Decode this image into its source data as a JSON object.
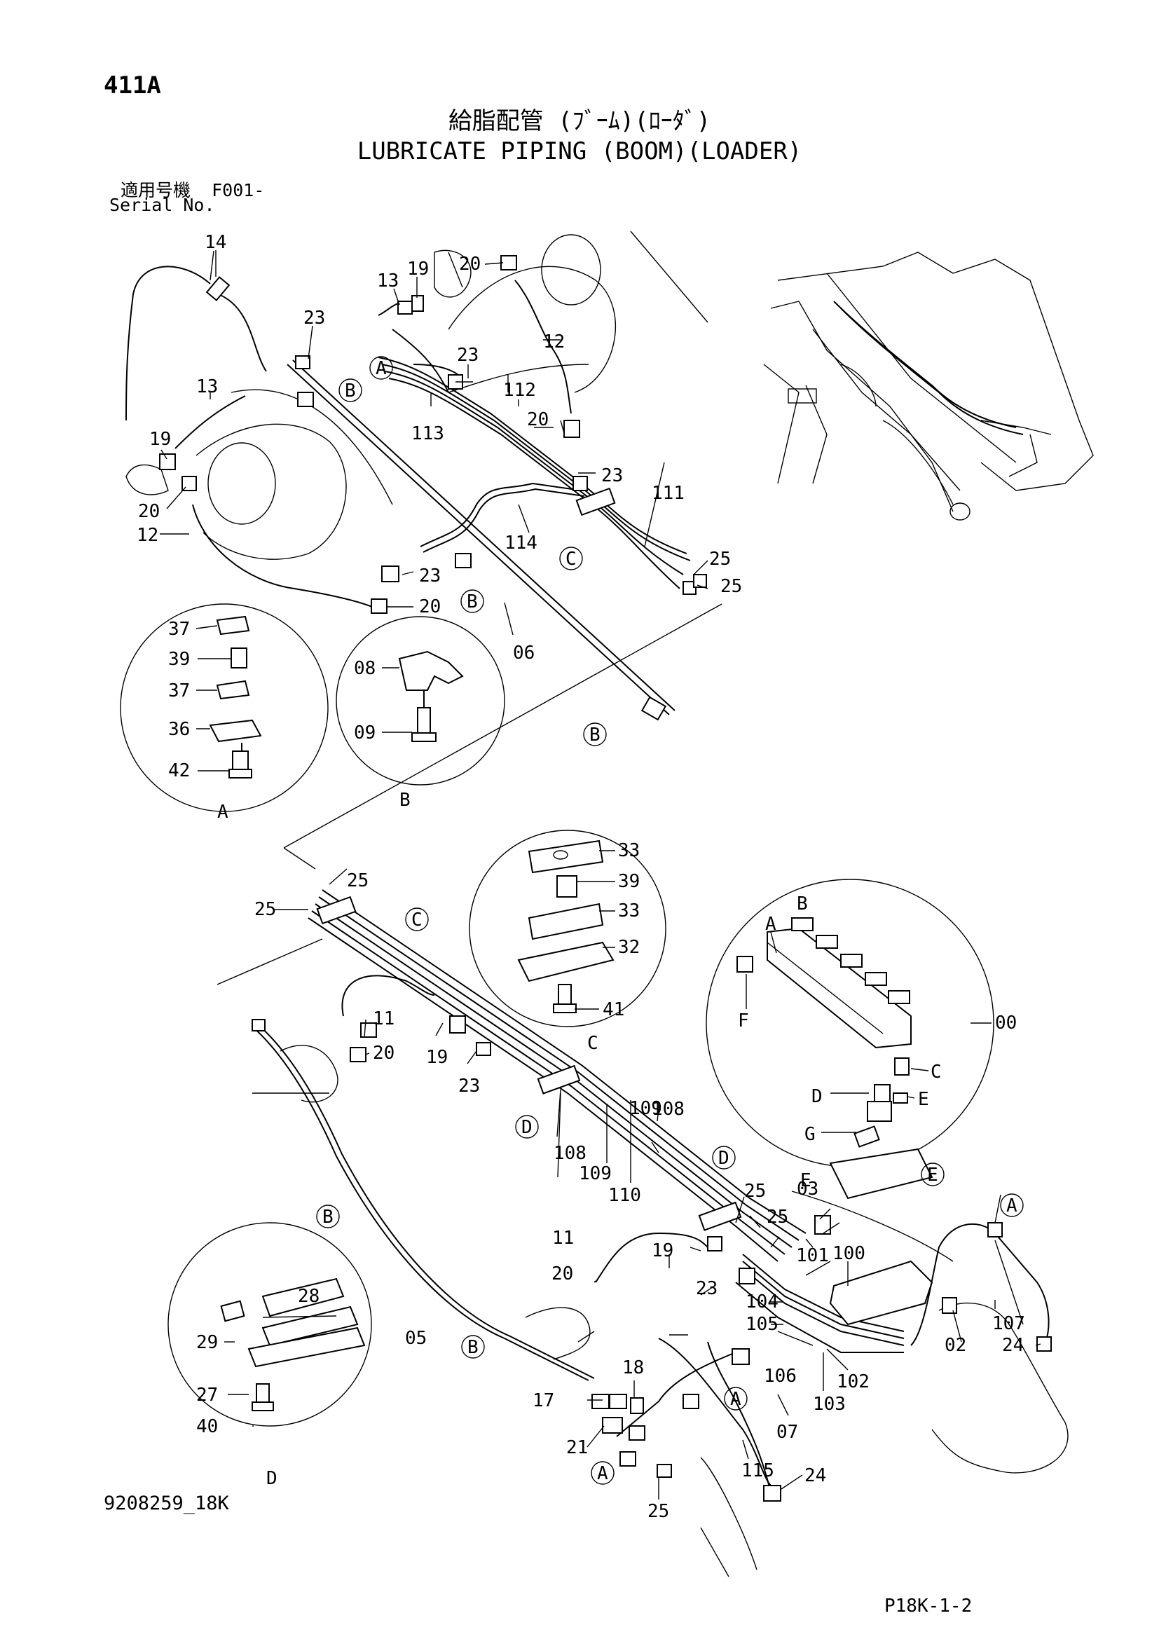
{
  "header": {
    "page_number": "411A",
    "title_jp": "給脂配管 (ﾌﾞｰﾑ)(ﾛｰﾀﾞ)",
    "title_en": "LUBRICATE PIPING (BOOM)(LOADER)",
    "serial_label_jp": "適用号機",
    "serial_value": "F001-",
    "serial_label_en": "Serial No."
  },
  "footer": {
    "doc_code": "9208259_18K",
    "page_code": "P18K-1-2"
  },
  "callouts": {
    "c00": "00",
    "c02": "02",
    "c03": "03",
    "c05": "05",
    "c06": "06",
    "c07": "07",
    "c08": "08",
    "c09": "09",
    "c11": "11",
    "c12": "12",
    "c13": "13",
    "c14": "14",
    "c17": "17",
    "c18": "18",
    "c19": "19",
    "c20": "20",
    "c21": "21",
    "c23": "23",
    "c24": "24",
    "c25": "25",
    "c27": "27",
    "c28": "28",
    "c29": "29",
    "c32": "32",
    "c33": "33",
    "c36": "36",
    "c37": "37",
    "c39": "39",
    "c40": "40",
    "c41": "41",
    "c42": "42",
    "c100": "100",
    "c101": "101",
    "c102": "102",
    "c103": "103",
    "c104": "104",
    "c105": "105",
    "c106": "106",
    "c107": "107",
    "c108": "108",
    "c109": "109",
    "c110": "110",
    "c111": "111",
    "c112": "112",
    "c113": "113",
    "c114": "114",
    "c115": "115"
  },
  "markers": {
    "A": "A",
    "B": "B",
    "C": "C",
    "D": "D",
    "E": "E",
    "F": "F",
    "G": "G"
  },
  "views": {
    "detail_a": "A",
    "detail_b": "B",
    "detail_c": "C",
    "detail_d": "D",
    "detail_e": "E"
  }
}
